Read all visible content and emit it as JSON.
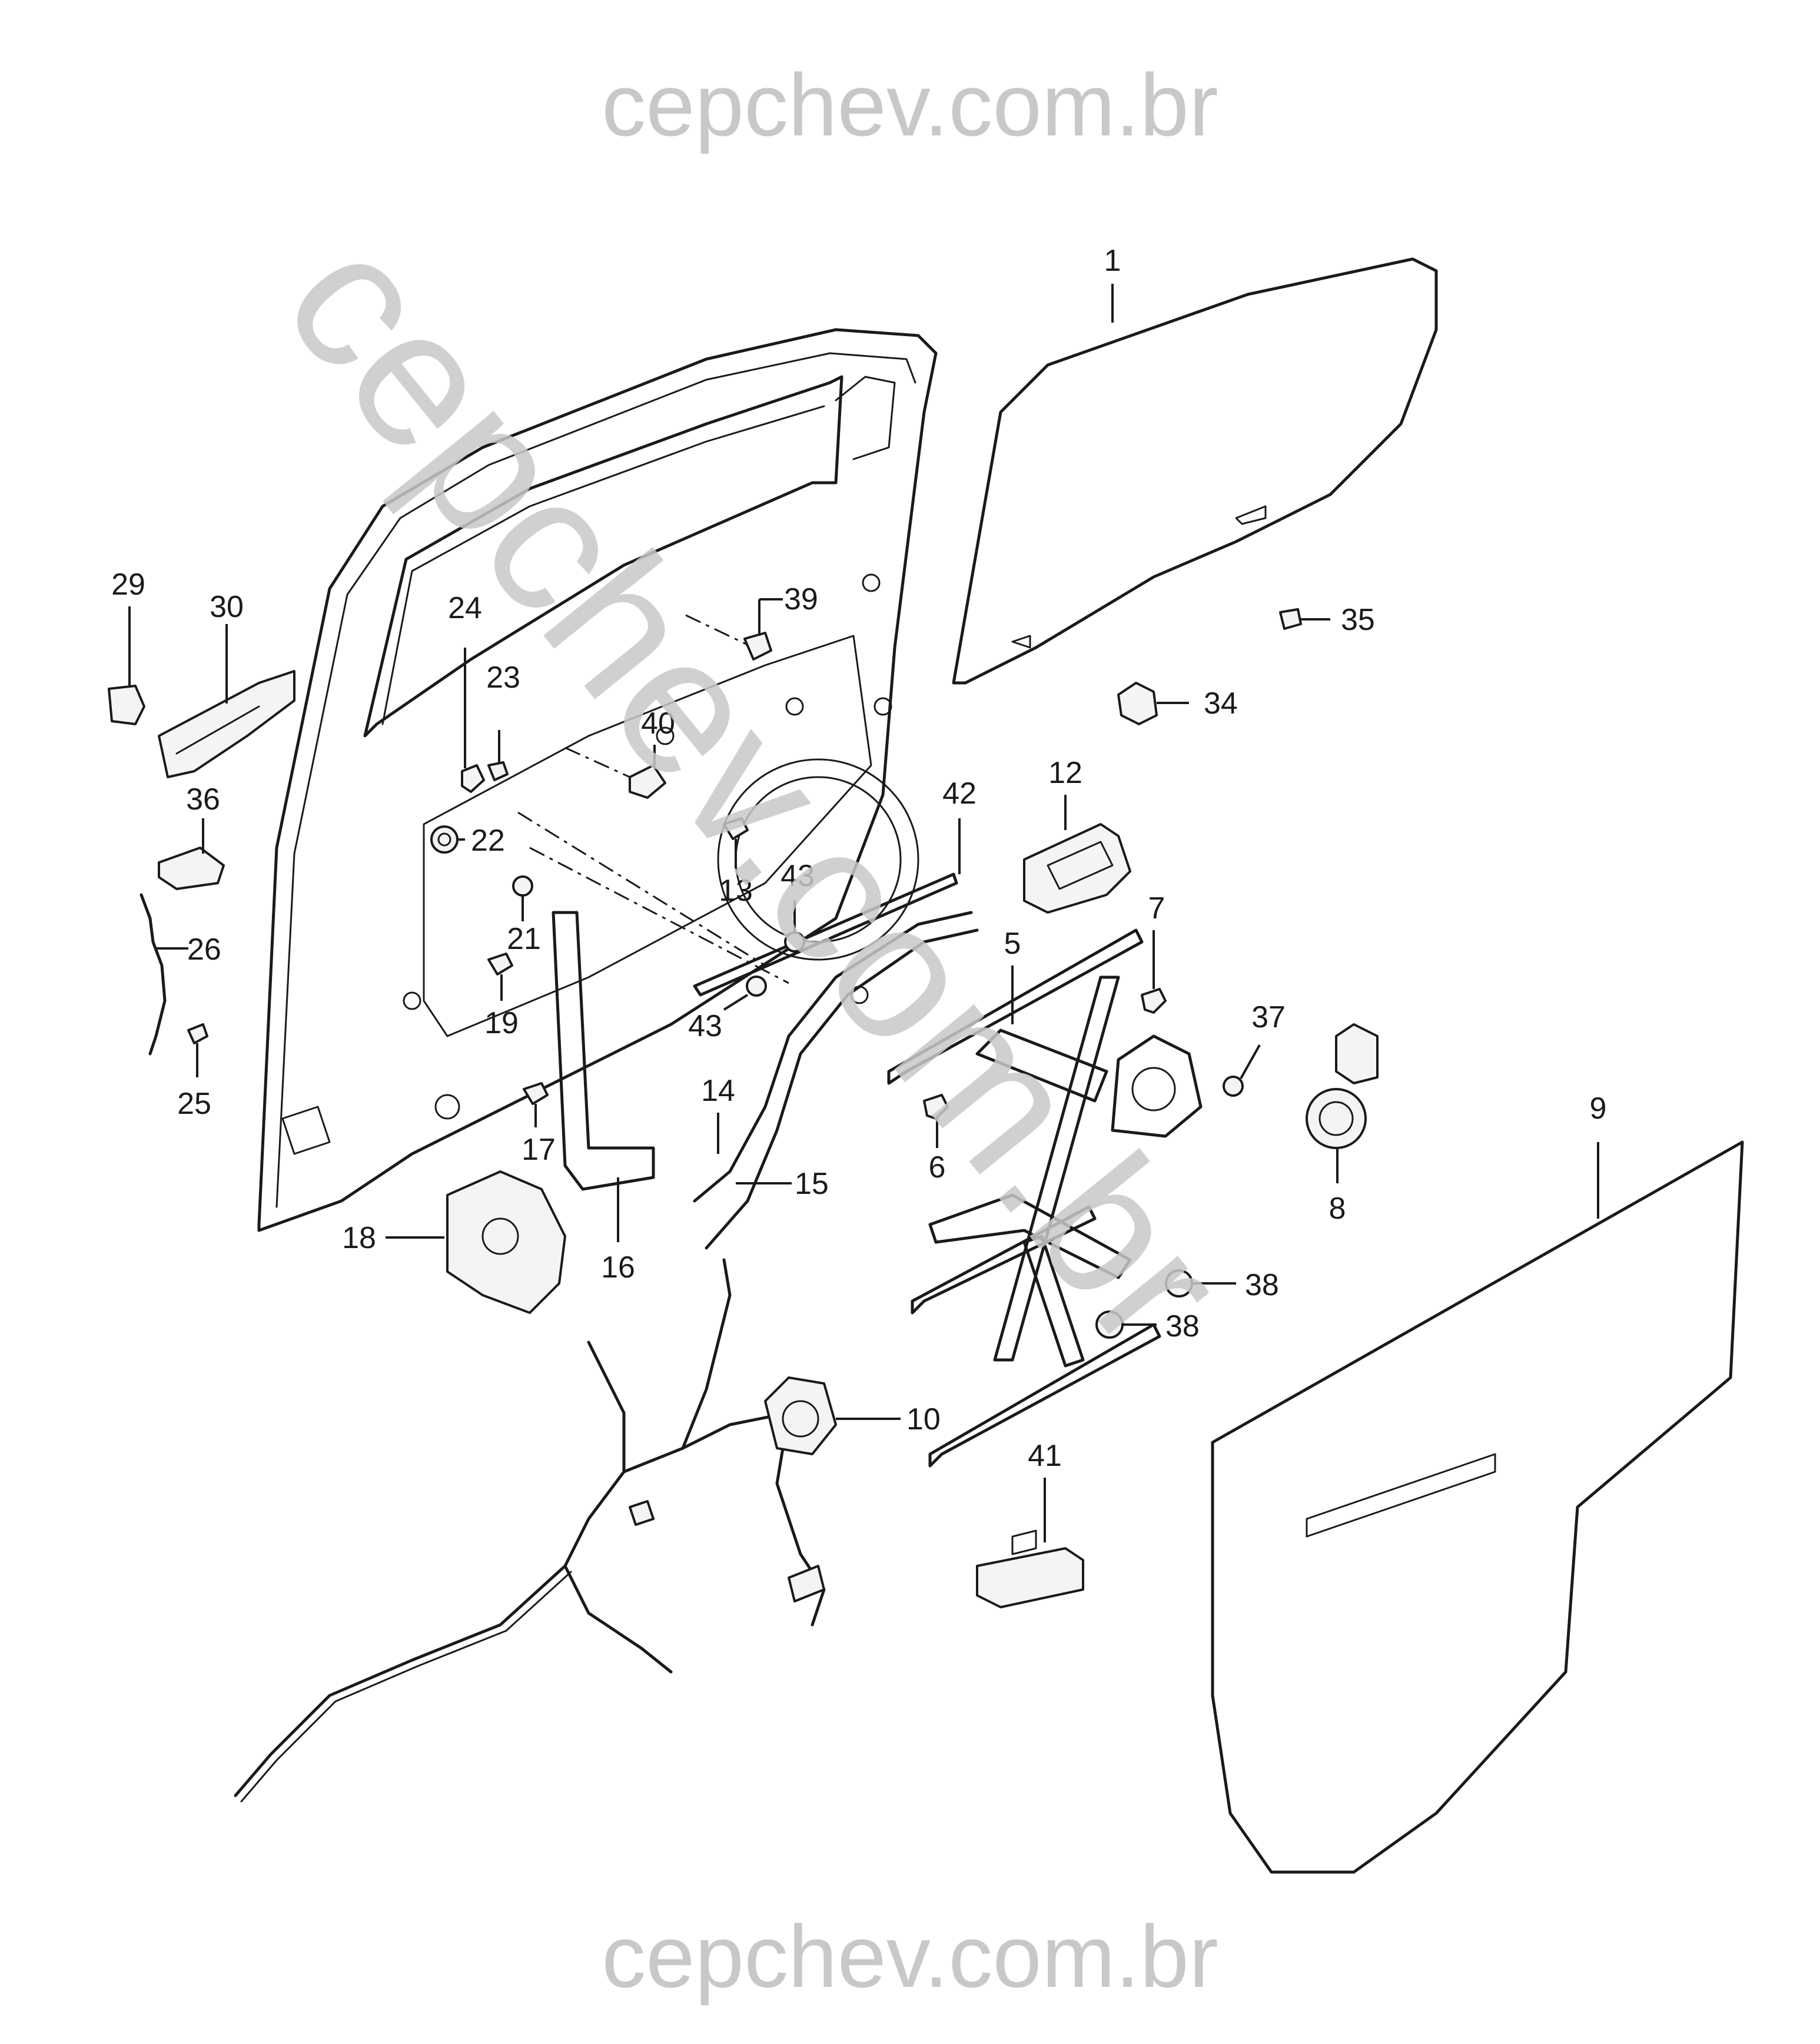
{
  "watermarks": {
    "top": "cepchev.com.br",
    "bottom": "cepchev.com.br",
    "diagonal": "cepchev.com.br"
  },
  "callouts": [
    "1",
    "5",
    "6",
    "7",
    "8",
    "9",
    "10",
    "12",
    "13",
    "14",
    "15",
    "16",
    "17",
    "18",
    "19",
    "21",
    "22",
    "23",
    "24",
    "25",
    "26",
    "29",
    "30",
    "34",
    "35",
    "36",
    "37",
    "38",
    "38",
    "39",
    "40",
    "41",
    "42",
    "43",
    "43"
  ],
  "colors": {
    "line": "#1a1a1a",
    "watermark": "#c8c8c8",
    "background": "#ffffff"
  }
}
